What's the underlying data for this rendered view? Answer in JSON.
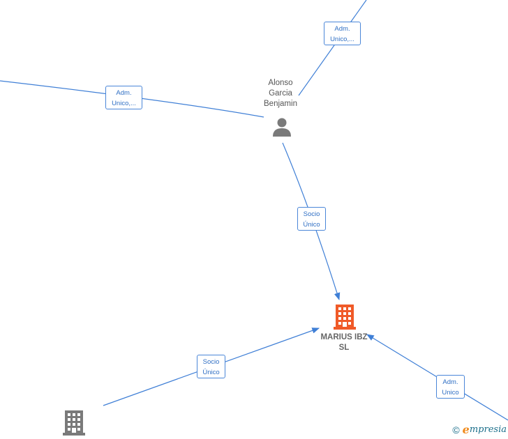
{
  "colors": {
    "edge": "#3f7fd6",
    "label_border": "#4a86d8",
    "label_text": "#2f6fc4",
    "person_icon": "#7a7a7a",
    "company_focus_icon": "#f05a28",
    "company_icon": "#7a7a7a"
  },
  "nodes": {
    "person": {
      "icon": "person-icon",
      "name_lines": [
        "Alonso",
        "Garcia",
        "Benjamin"
      ]
    },
    "company_main": {
      "icon": "building-icon",
      "name_lines": [
        "MARIUS IBZ",
        "SL"
      ]
    },
    "company_other": {
      "icon": "building-icon",
      "name_lines": []
    }
  },
  "edges": [
    {
      "id": "top-right",
      "label_lines": [
        "Adm.",
        "Unico,..."
      ]
    },
    {
      "id": "left",
      "label_lines": [
        "Adm.",
        "Unico,..."
      ]
    },
    {
      "id": "person-to-main",
      "label_lines": [
        "Socio",
        "Único"
      ]
    },
    {
      "id": "other-to-main",
      "label_lines": [
        "Socio",
        "Único"
      ]
    },
    {
      "id": "right-to-main",
      "label_lines": [
        "Adm.",
        "Unico"
      ]
    }
  ],
  "watermark": {
    "copyright": "©",
    "brand_first": "e",
    "brand_rest": "mpresia"
  }
}
